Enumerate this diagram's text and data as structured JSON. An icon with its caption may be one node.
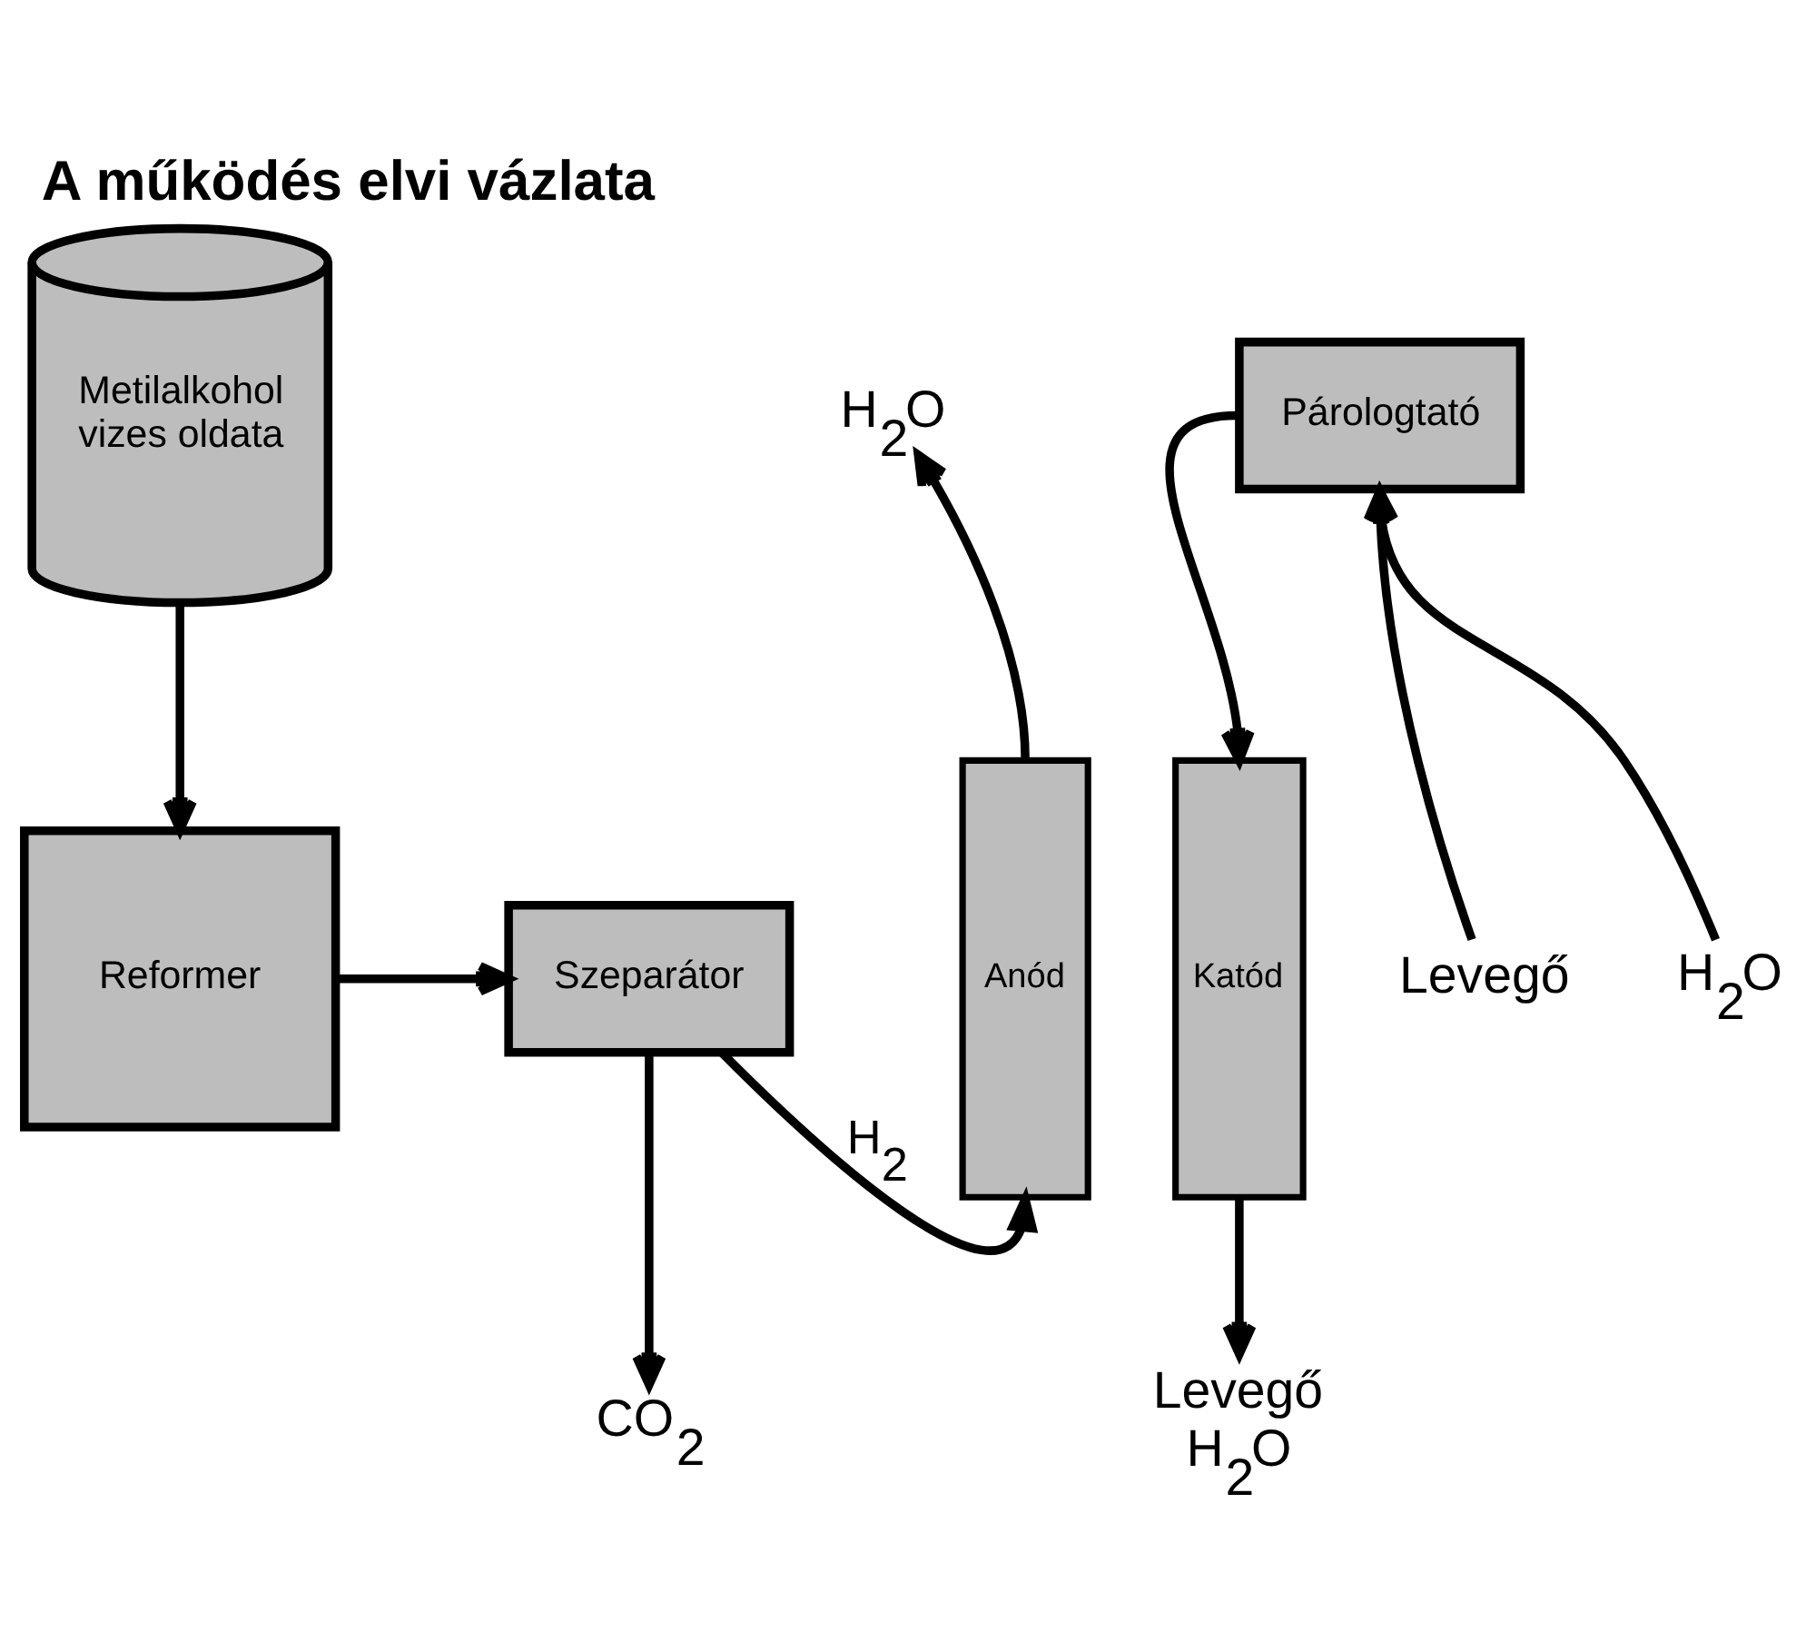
{
  "diagram": {
    "title": "A működés elvi vázlata",
    "nodes": [
      {
        "text": [
          "Metilalkohol vizes oldata"
        ]
      },
      {
        "text": [
          "Reformer"
        ]
      },
      {
        "text": [
          "Szeparátor"
        ]
      },
      {
        "text": [
          "CO$_{2}$"
        ]
      },
      {
        "text": [
          "Anód"
        ]
      },
      {
        "text": [
          "Katód"
        ]
      },
      {
        "text": [
          "H$_{2}$O"
        ]
      },
      {
        "text": [
          "Párologtató"
        ]
      },
      {
        "text": [
          "Levegő"
        ]
      },
      {
        "text": [
          "H$_{2}$O"
        ]
      },
      {
        "text": [
          "Levegő",
          "H$_{2}$O"
        ]
      }
    ],
    "edges": [
      {
        "from": 0,
        "to": 1,
        "arrow": "to"
      },
      {
        "from": 1,
        "to": 2,
        "arrow": "to"
      },
      {
        "from": 2,
        "to": 3,
        "arrow": "to"
      },
      {
        "from": 2,
        "to": 4,
        "arrow": "to",
        "label": "H$_{2}$"
      },
      {
        "from": 4,
        "to": 6,
        "arrow": "to"
      },
      {
        "from": 7,
        "to": 5,
        "arrow": "to"
      },
      {
        "from": 8,
        "to": 7,
        "arrow": "to"
      },
      {
        "from": 9,
        "to": 7,
        "arrow": "to"
      },
      {
        "from": 5,
        "to": 10,
        "arrow": "to"
      }
    ]
  }
}
